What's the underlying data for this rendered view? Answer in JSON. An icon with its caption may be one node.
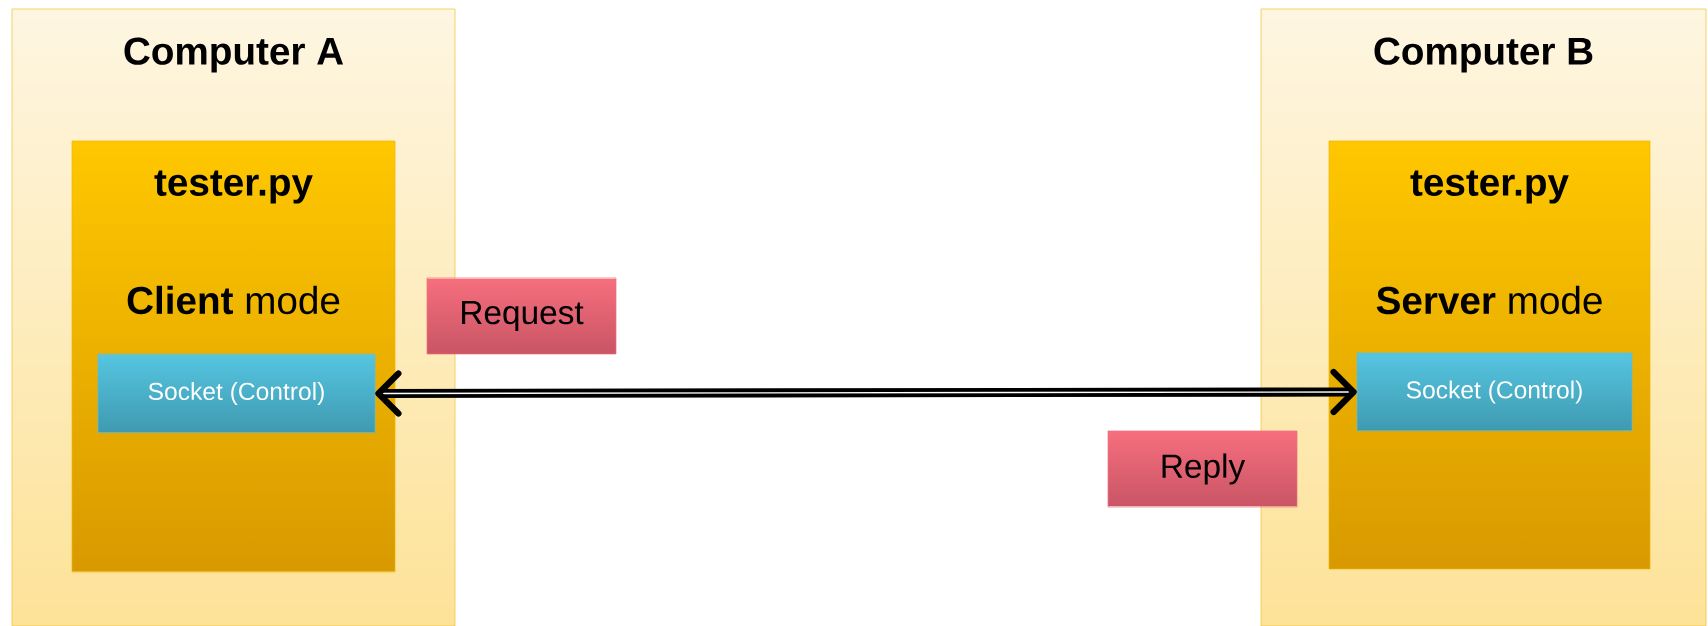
{
  "diagram": {
    "nodes": [
      {
        "text": [
          "Computer A"
        ]
      },
      {
        "text": [
          "tester.py",
          "**Client** mode"
        ],
        "in": 0
      },
      {
        "text": [
          "Socket (Control)"
        ],
        "in": 1
      },
      {
        "text": [
          "Computer B"
        ]
      },
      {
        "text": [
          "tester.py",
          "**Server** mode"
        ],
        "in": 3
      },
      {
        "text": [
          "Socket (Control)"
        ],
        "in": 4
      },
      {
        "text": [
          "Request"
        ]
      },
      {
        "text": [
          "Reply"
        ]
      }
    ],
    "edges": [
      {
        "from": 2,
        "to": 5,
        "arrow": "both"
      }
    ]
  }
}
